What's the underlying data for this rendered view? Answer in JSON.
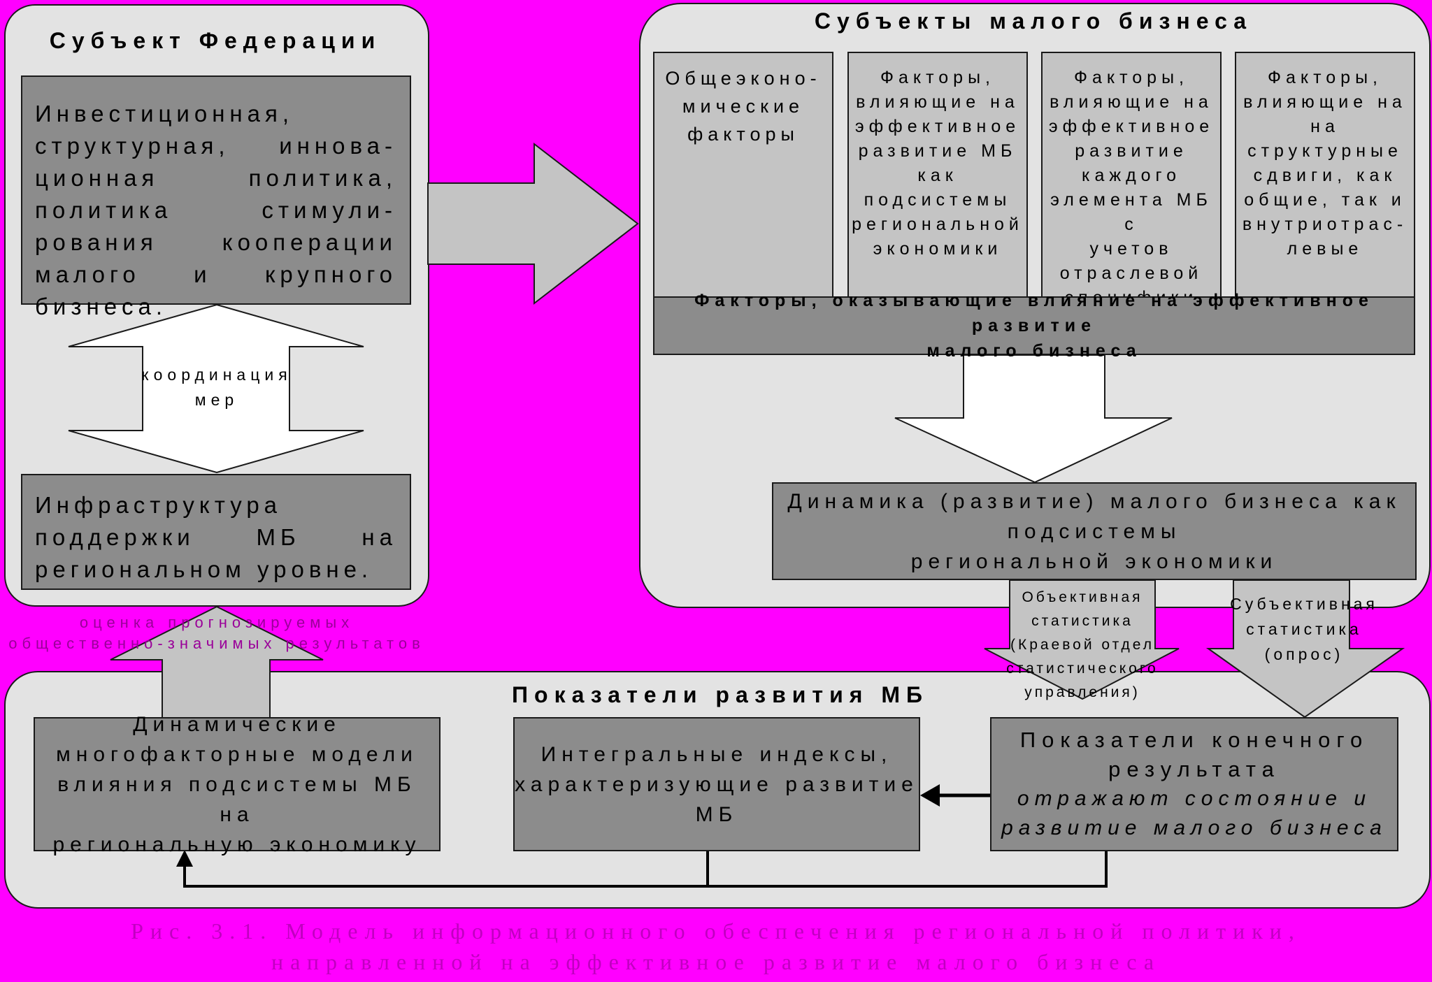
{
  "panels": {
    "federation_title": "Субъект Федерации",
    "small_business_title": "Субъекты малого бизнеса",
    "indicators_title": "Показатели развития МБ"
  },
  "federation": {
    "policy": "Инвестиционная, структурная, иннова-ционная политика, политика стимули-рования кооперации малого и крупного бизнеса.",
    "infrastructure": "Инфраструктура поддержки МБ на региональном уровне.",
    "coordination_label": "координация\nмер"
  },
  "factors": {
    "col1": "Общеэконо-\nмические\nфакторы",
    "col2": "Факторы,\nвлияющие на\nэффективное\nразвитие МБ\nкак\nподсистемы\nрегиональной\nэкономики",
    "col3": "Факторы,\nвлияющие на\nэффективное\nразвитие\nкаждого\nэлемента МБ с\nучетов\nотраслевой\nспецифики",
    "col4": "Факторы,\nвлияющие на\nна\nструктурные\nсдвиги, как\nобщие, так и\nвнутриотрас-\nлевые",
    "summary": "Факторы, оказывающие влияние на эффективное развитие\nмалого бизнеса"
  },
  "dynamics": "Динамика (развитие) малого бизнеса как подсистемы\nрегиональной экономики",
  "stats": {
    "objective": "Объективная\nстатистика\n(Краевой отдел\nстатистического\nуправления)",
    "subjective": "Субъективная\nстатистика\n(опрос)"
  },
  "evaluation_label": "оценка прогнозируемых\nобщественно-значимых результатов",
  "indicators": {
    "models": "Динамические\nмногофакторные модели\nвлияния подсистемы МБ на\nрегиональную экономику",
    "indexes": "Интегральные индексы,\nхарактеризующие развитие МБ",
    "final_title": "Показатели конечного\nрезультата",
    "final_subtitle": "отражают состояние и\nразвитие малого бизнеса"
  },
  "caption": "Рис. 3.1. Модель информационного обеспечения региональной политики,\nнаправленной на эффективное развитие малого бизнеса"
}
